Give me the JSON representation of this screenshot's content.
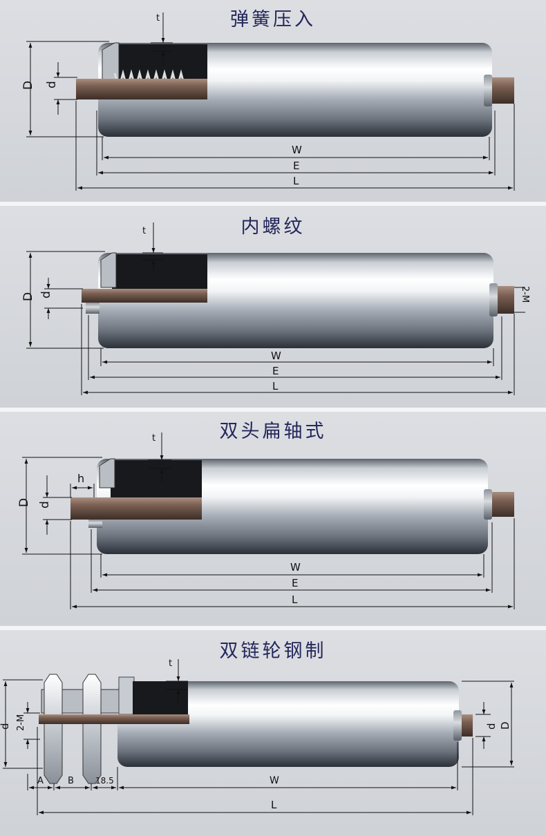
{
  "panels": [
    {
      "title": "弹簧压入",
      "labels": {
        "t": "t",
        "D": "D",
        "d": "d",
        "W": "W",
        "E": "E",
        "L": "L"
      }
    },
    {
      "title": "内螺纹",
      "labels": {
        "t": "t",
        "D": "D",
        "d": "d",
        "W": "W",
        "E": "E",
        "L": "L",
        "M": "2-M"
      }
    },
    {
      "title": "双头扁轴式",
      "labels": {
        "t": "t",
        "h": "h",
        "D": "D",
        "d": "d",
        "W": "W",
        "E": "E",
        "L": "L"
      }
    },
    {
      "title": "双链轮钢制",
      "labels": {
        "t": "t",
        "M": "2-M",
        "d_left": "d",
        "d": "d",
        "D": "D",
        "A": "A",
        "B": "B",
        "gap": "18.5",
        "W": "W",
        "L": "L"
      }
    }
  ],
  "colors": {
    "background": "#d7d9dd",
    "title": "#24275a",
    "shaft": "#6e5548",
    "cutaway": "#15171a",
    "tube_highlight": "#ffffff",
    "tube_shadow": "#3b4048"
  }
}
